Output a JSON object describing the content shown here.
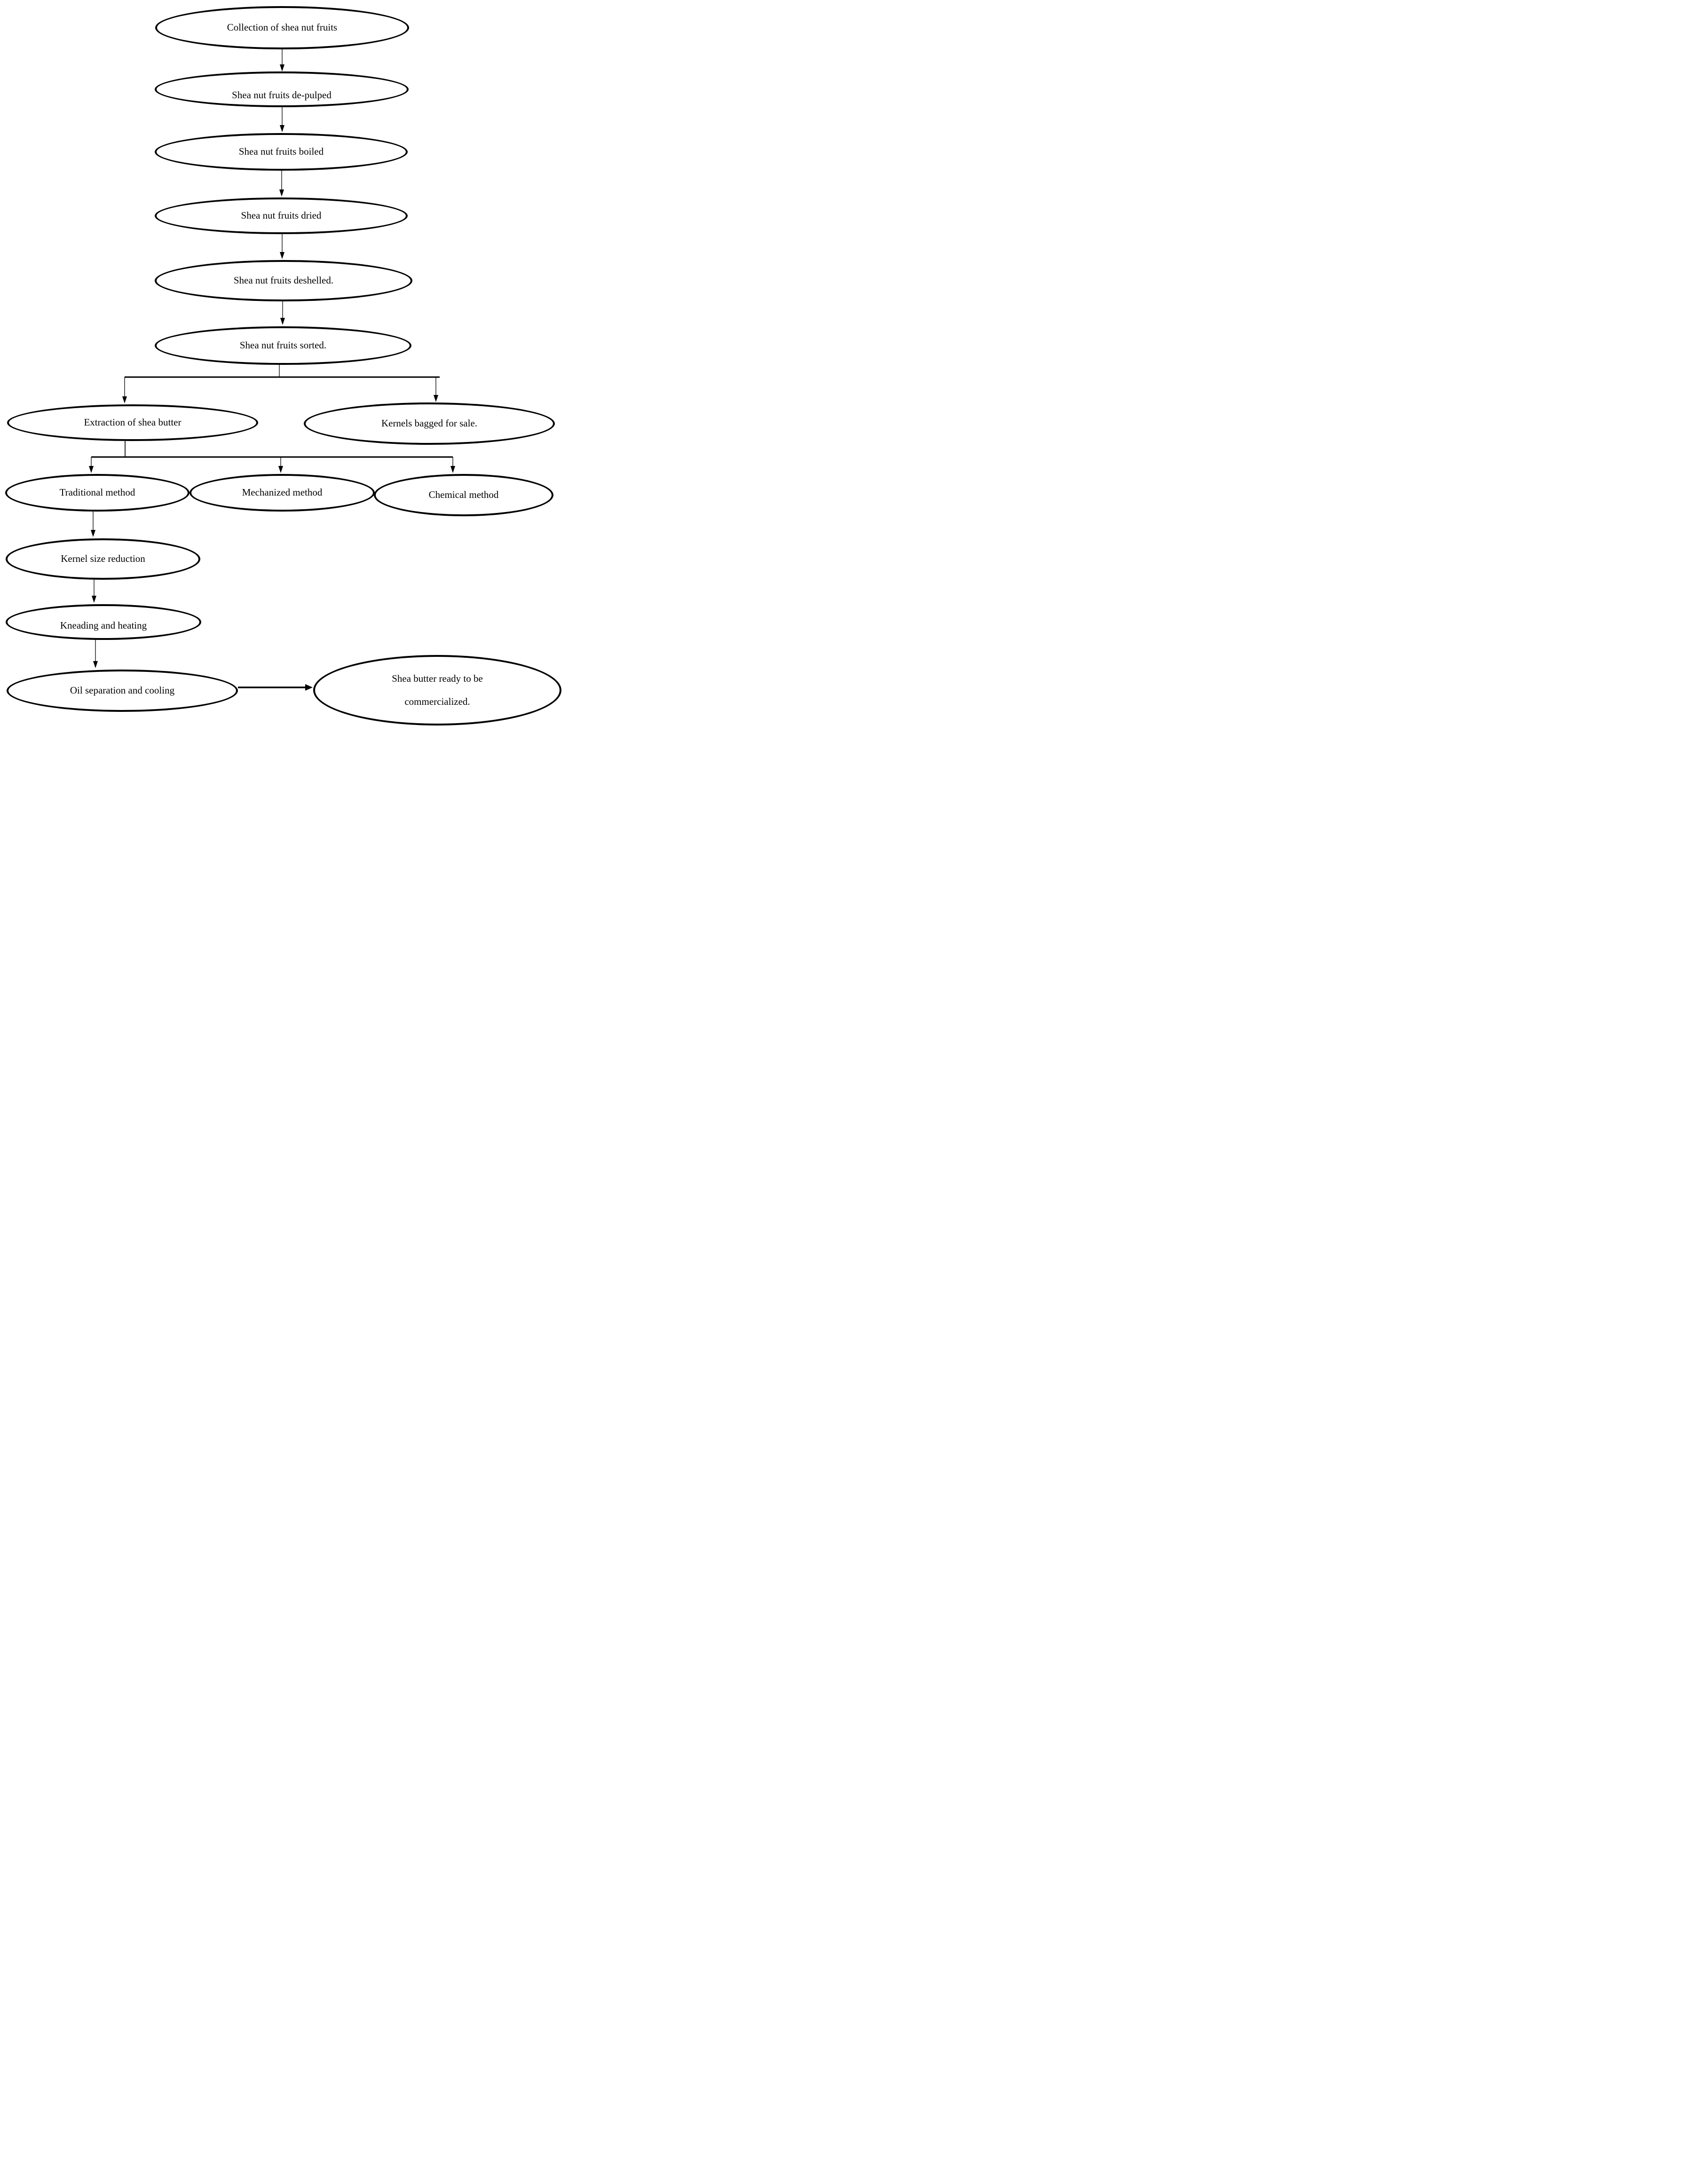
{
  "diagram": {
    "colors": {
      "stroke": "#000000",
      "background": "#ffffff"
    },
    "nodes": [
      {
        "id": "collection",
        "shape": "ellipse",
        "label": "Collection of shea nut fruits"
      },
      {
        "id": "depulped",
        "shape": "ellipse",
        "label": "Shea nut fruits de-pulped"
      },
      {
        "id": "boiled",
        "shape": "ellipse",
        "label": "Shea nut fruits boiled"
      },
      {
        "id": "dried",
        "shape": "ellipse",
        "label": "Shea nut fruits dried"
      },
      {
        "id": "deshelled",
        "shape": "ellipse",
        "label": "Shea nut fruits deshelled."
      },
      {
        "id": "sorted",
        "shape": "ellipse",
        "label": "Shea nut fruits sorted."
      },
      {
        "id": "extraction",
        "shape": "ellipse",
        "label": "Extraction of shea butter"
      },
      {
        "id": "kernels-bagged",
        "shape": "ellipse",
        "label": "Kernels bagged for sale."
      },
      {
        "id": "traditional",
        "shape": "ellipse",
        "label": "Traditional method"
      },
      {
        "id": "mechanized",
        "shape": "ellipse",
        "label": "Mechanized method"
      },
      {
        "id": "chemical",
        "shape": "ellipse",
        "label": "Chemical method"
      },
      {
        "id": "kernel-size-reduction",
        "shape": "ellipse",
        "label": "Kernel size reduction"
      },
      {
        "id": "kneading-heating",
        "shape": "ellipse",
        "label": "Kneading and heating"
      },
      {
        "id": "oil-separation",
        "shape": "ellipse",
        "label": "Oil separation and cooling"
      },
      {
        "id": "final",
        "shape": "ellipse",
        "lines": [
          "Shea butter ready to be",
          "commercialized."
        ]
      }
    ],
    "edges": [
      {
        "from": "collection",
        "to": "depulped"
      },
      {
        "from": "depulped",
        "to": "boiled"
      },
      {
        "from": "boiled",
        "to": "dried"
      },
      {
        "from": "dried",
        "to": "deshelled"
      },
      {
        "from": "deshelled",
        "to": "sorted"
      },
      {
        "from": "sorted",
        "to": "extraction"
      },
      {
        "from": "sorted",
        "to": "kernels-bagged"
      },
      {
        "from": "extraction",
        "to": "traditional"
      },
      {
        "from": "extraction",
        "to": "mechanized"
      },
      {
        "from": "extraction",
        "to": "chemical"
      },
      {
        "from": "traditional",
        "to": "kernel-size-reduction"
      },
      {
        "from": "kernel-size-reduction",
        "to": "kneading-heating"
      },
      {
        "from": "kneading-heating",
        "to": "oil-separation"
      },
      {
        "from": "oil-separation",
        "to": "final"
      }
    ]
  }
}
